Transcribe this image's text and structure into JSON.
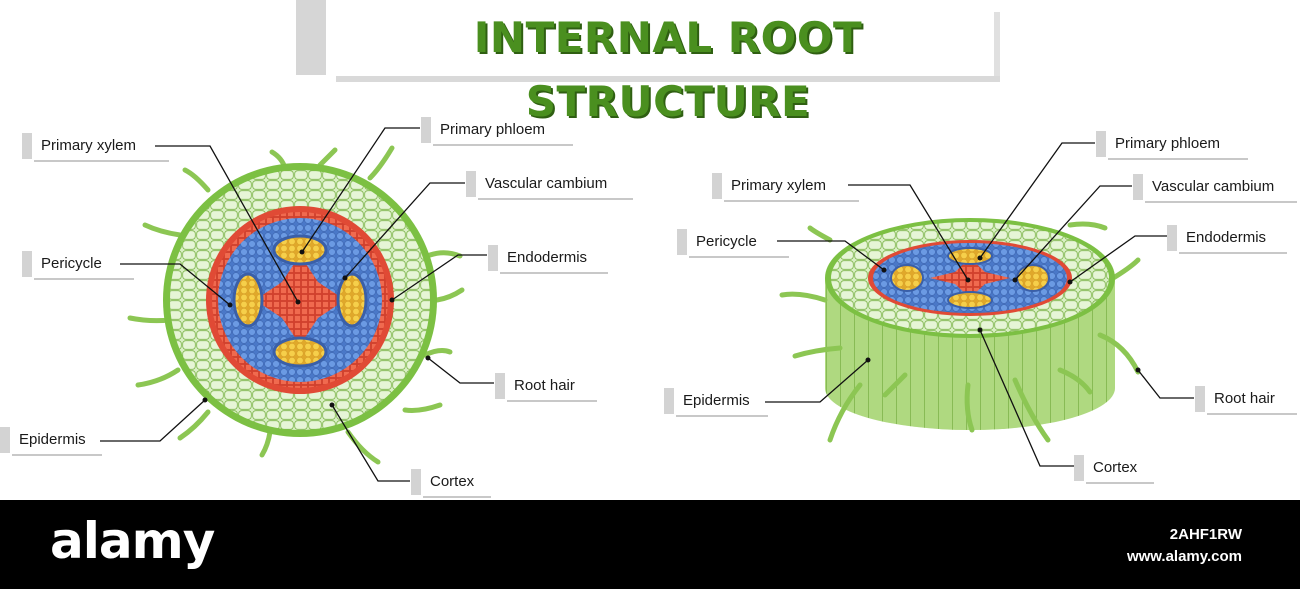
{
  "title": "INTERNAL ROOT STRUCTURE",
  "left_diagram": {
    "labels": {
      "primary_xylem": "Primary xylem",
      "primary_phloem": "Primary phloem",
      "vascular_cambium": "Vascular cambium",
      "pericycle": "Pericycle",
      "endodermis": "Endodermis",
      "root_hair": "Root hair",
      "epidermis": "Epidermis",
      "cortex": "Cortex"
    }
  },
  "right_diagram": {
    "labels": {
      "primary_phloem": "Primary phloem",
      "primary_xylem": "Primary xylem",
      "vascular_cambium": "Vascular cambium",
      "pericycle": "Pericycle",
      "endodermis": "Endodermis",
      "epidermis": "Epidermis",
      "root_hair": "Root hair",
      "cortex": "Cortex"
    }
  },
  "footer": {
    "logo": "alamy",
    "image_id": "2AHF1RW",
    "url": "www.alamy.com"
  },
  "colors": {
    "title_green": "#4a8f1f",
    "cortex_green": "#c8e6a8",
    "epidermis_green": "#7cc043",
    "endodermis_red": "#e8503a",
    "phloem_blue": "#5b8fd9",
    "xylem_yellow": "#f2c53d",
    "pericycle_red": "#e8503a"
  }
}
